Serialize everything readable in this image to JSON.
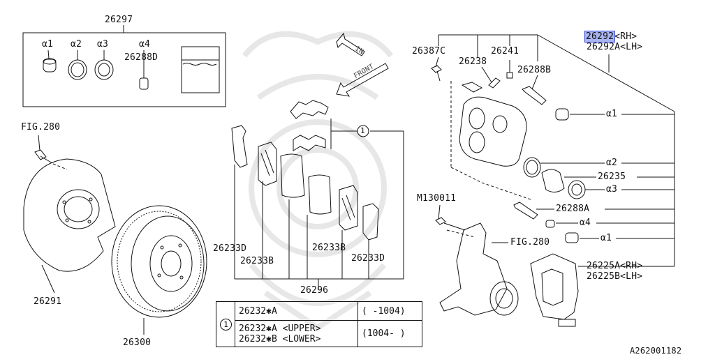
{
  "labels": {
    "kit_top": "26297",
    "a1_kit": "α1",
    "a2_kit": "α2",
    "a3_kit": "α3",
    "a4_kit": "α4",
    "grease": "26288D",
    "fig280_left": "FIG.280",
    "backing_plate": "26291",
    "rotor": "26300",
    "pad_circle": "1",
    "shim_d_left": "26233D",
    "shim_b_left": "26233B",
    "shim_b_right": "26233B",
    "shim_d_right": "26233D",
    "pad_set": "26296",
    "bolt_a": "26387C",
    "pin_b": "26238",
    "bleeder": "26241",
    "pin_guide": "26288B",
    "caliper_rh": "26292",
    "caliper_rh_suffix": "<RH>",
    "caliper_lh": "26292A<LH>",
    "a1_right": "α1",
    "a2_right": "α2",
    "piston": "26235",
    "a3_right": "α3",
    "m_bolt": "M130011",
    "pin_a": "26288A",
    "a4_right": "α4",
    "fig280_right": "FIG.280",
    "a1_lower": "α1",
    "support_rh": "26225A<RH>",
    "support_lh": "26225B<LH>",
    "arrow_in": "IN",
    "arrow_front": "FRONT",
    "ref_code": "A262001182"
  },
  "table": {
    "circle": "1",
    "row1_part": "26232✱A",
    "row1_range": "( -1004)",
    "row2_part_a": "26232✱A <UPPER>",
    "row2_part_b": "26232✱B <LOWER>",
    "row2_range": "(1004- )"
  },
  "colors": {
    "highlight": "#a9b4f0",
    "line": "#111111"
  }
}
